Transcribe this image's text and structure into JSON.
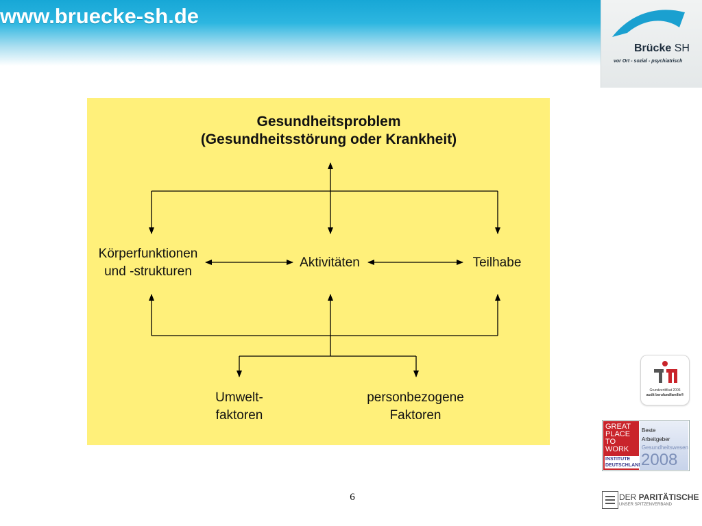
{
  "header": {
    "site_url": "www.bruecke-sh.de",
    "logo_brand_main": "Brücke",
    "logo_brand_suffix": "SH",
    "logo_tagline": "vor Ort - sozial - psychiatrisch"
  },
  "diagram": {
    "title_line1": "Gesundheitsproblem",
    "title_line2": "(Gesundheitsstörung oder Krankheit)",
    "nodes": {
      "koerper_line1": "Körperfunktionen",
      "koerper_line2": "und -strukturen",
      "aktivitaeten": "Aktivitäten",
      "teilhabe": "Teilhabe",
      "umwelt_line1": "Umwelt-",
      "umwelt_line2": "faktoren",
      "personen_line1": "personbezogene",
      "personen_line2": "Faktoren"
    }
  },
  "badges": {
    "audit_line1": "Grundzertifikat 2006",
    "audit_line2": "audit berufundfamilie®",
    "gptw_words": [
      "GREAT",
      "PLACE",
      "TO",
      "WORK"
    ],
    "gptw_institute_line1": "INSTITUTE",
    "gptw_institute_line2": "DEUTSCHLAND",
    "gptw_right_line1": "Beste",
    "gptw_right_line2": "Arbeitgeber",
    "gptw_right_line3": "Gesundheitswesen",
    "gptw_year": "2008",
    "paritaet_prefix": "DER ",
    "paritaet_name": "PARITÄTISCHE",
    "paritaet_sub": "UNSER SPITZENVERBAND"
  },
  "footer": {
    "page_number": "6"
  },
  "colors": {
    "header_blue": "#17a7d6",
    "diagram_background": "#fff07a",
    "gptw_red": "#c9242b"
  }
}
